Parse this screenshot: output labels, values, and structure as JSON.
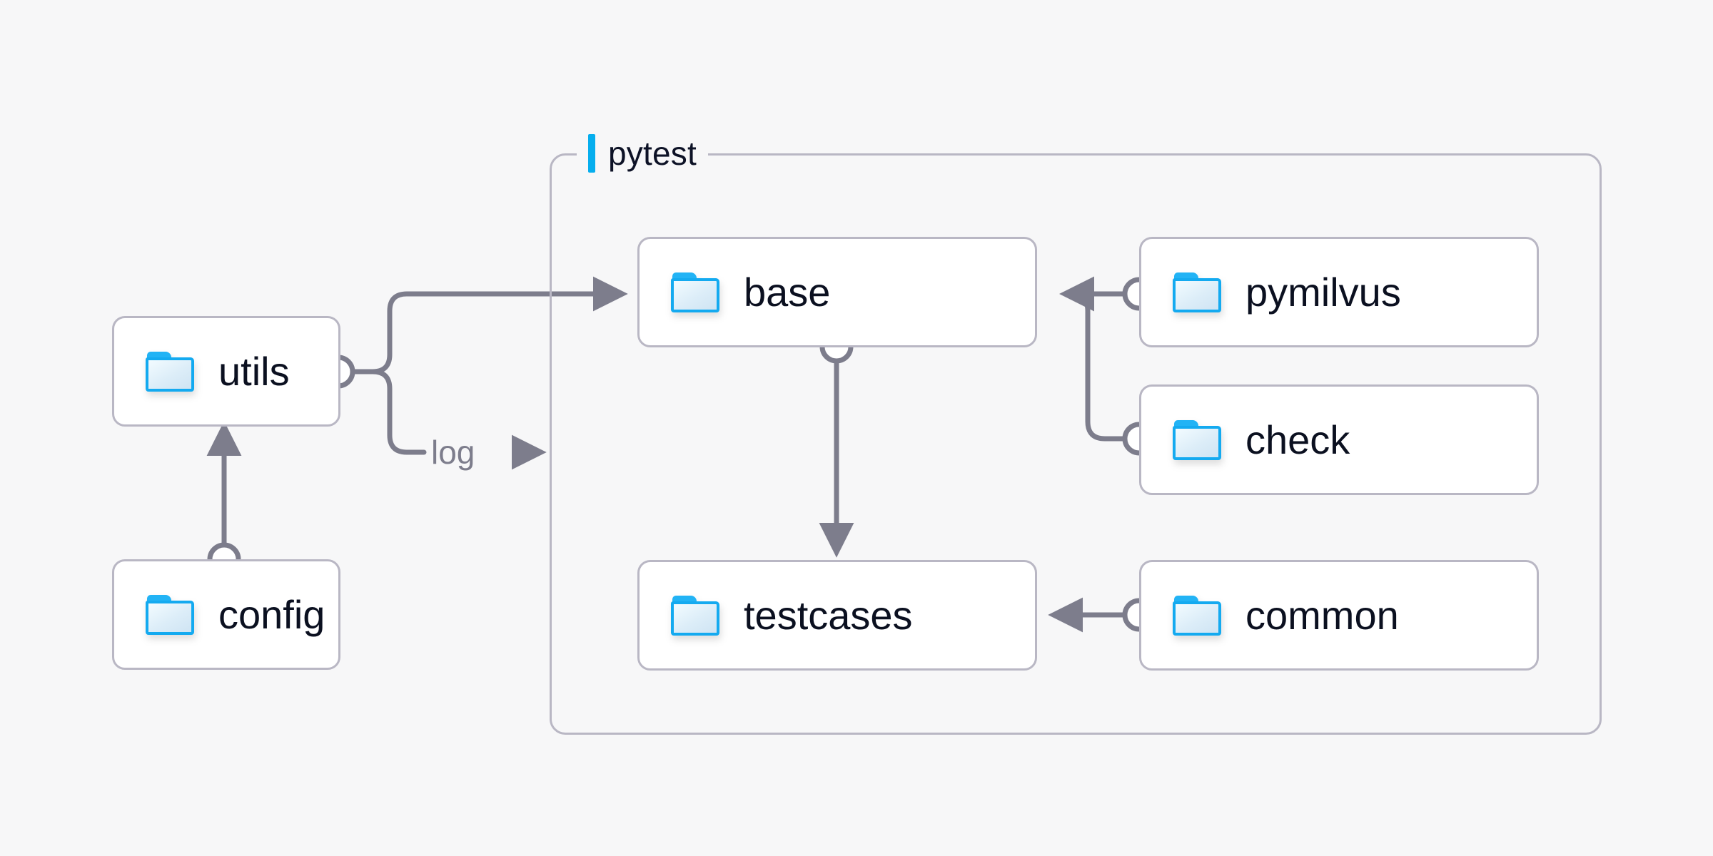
{
  "canvas": {
    "background": "#f7f7f8",
    "edge_color": "#7d7d8c",
    "node_border_color": "#b9b7c4",
    "node_fill": "#ffffff",
    "accent_color": "#06aeee",
    "text_color": "#0b1020"
  },
  "group": {
    "label": "pytest",
    "accent_color": "#06aeee"
  },
  "nodes": [
    {
      "id": "utils",
      "label": "utils",
      "icon": "folder-icon"
    },
    {
      "id": "config",
      "label": "config",
      "icon": "folder-icon"
    },
    {
      "id": "base",
      "label": "base",
      "icon": "folder-icon"
    },
    {
      "id": "testcases",
      "label": "testcases",
      "icon": "folder-icon"
    },
    {
      "id": "pymilvus",
      "label": "pymilvus",
      "icon": "folder-icon"
    },
    {
      "id": "check",
      "label": "check",
      "icon": "folder-icon"
    },
    {
      "id": "common",
      "label": "common",
      "icon": "folder-icon"
    }
  ],
  "edges": [
    {
      "id": "config-to-utils",
      "from": "config",
      "to": "utils",
      "label": ""
    },
    {
      "id": "utils-to-base",
      "from": "utils",
      "to": "base",
      "label": ""
    },
    {
      "id": "utils-to-pytest-log",
      "from": "utils",
      "to": "pytest",
      "label": "log"
    },
    {
      "id": "base-to-testcases",
      "from": "base",
      "to": "testcases",
      "label": ""
    },
    {
      "id": "pymilvus-to-base",
      "from": "pymilvus",
      "to": "base",
      "label": ""
    },
    {
      "id": "check-to-base",
      "from": "check",
      "to": "base",
      "label": ""
    },
    {
      "id": "common-to-testcases",
      "from": "common",
      "to": "testcases",
      "label": ""
    }
  ]
}
